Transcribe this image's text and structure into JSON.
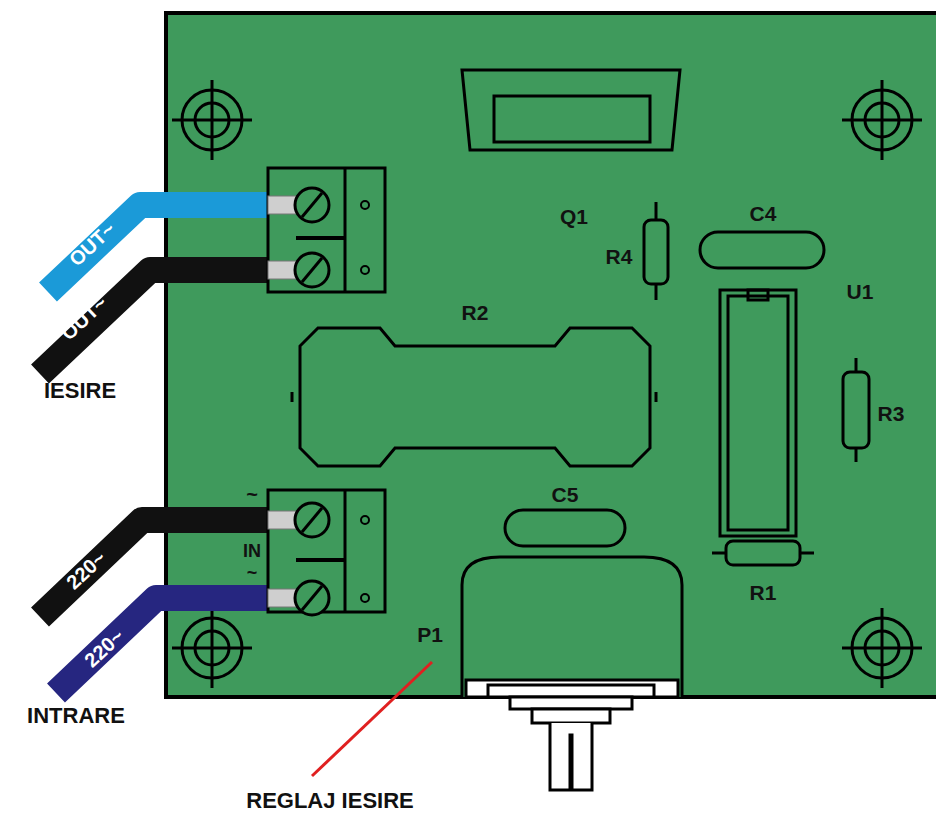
{
  "diagram": {
    "labels": [
      "OUT~",
      "OUT~",
      "IESIRE",
      "220~",
      "220~",
      "INTRARE",
      "REGLAJ IESIRE",
      "Q1",
      "R4",
      "C4",
      "U1",
      "R2",
      "R3",
      "C5",
      "R1",
      "P1",
      "~",
      "IN",
      "~"
    ]
  }
}
